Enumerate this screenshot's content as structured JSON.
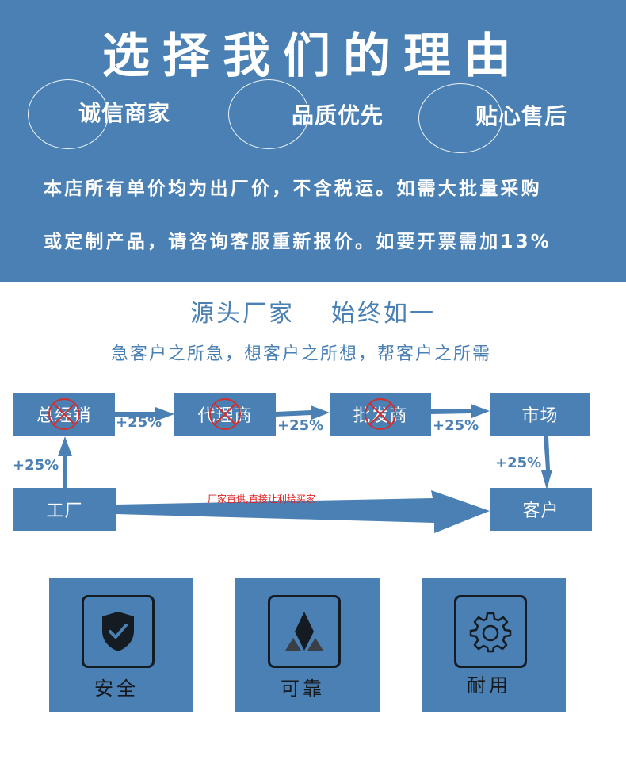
{
  "banner": {
    "title": "选择我们的理由",
    "badges": [
      "诚信商家",
      "品质优先",
      "贴心售后"
    ],
    "notice_line1": "本店所有单价均为出厂价，不含税运。如需大批量采购",
    "notice_line2": "或定制产品，请咨询客服重新报价。如要开票需加13%"
  },
  "slogan": {
    "left": "源头厂家",
    "right": "始终如一",
    "sub": "急客户之所急，想客户之所想，帮客户之所需"
  },
  "flow": {
    "boxes": {
      "distributor": "总经销",
      "agent": "代理商",
      "wholesaler": "批发商",
      "market": "市场",
      "factory": "工厂",
      "customer": "客户"
    },
    "markup": "+25%",
    "direct_label": "厂家直供,直接让利给买家"
  },
  "features": [
    {
      "label": "安全",
      "icon": "shield-check-icon"
    },
    {
      "label": "可靠",
      "icon": "diamond-triangles-icon"
    },
    {
      "label": "耐用",
      "icon": "gear-icon"
    }
  ],
  "colors": {
    "brand_blue": "#4a80b3",
    "cross_red": "#d03030",
    "label_red": "#e02020"
  }
}
